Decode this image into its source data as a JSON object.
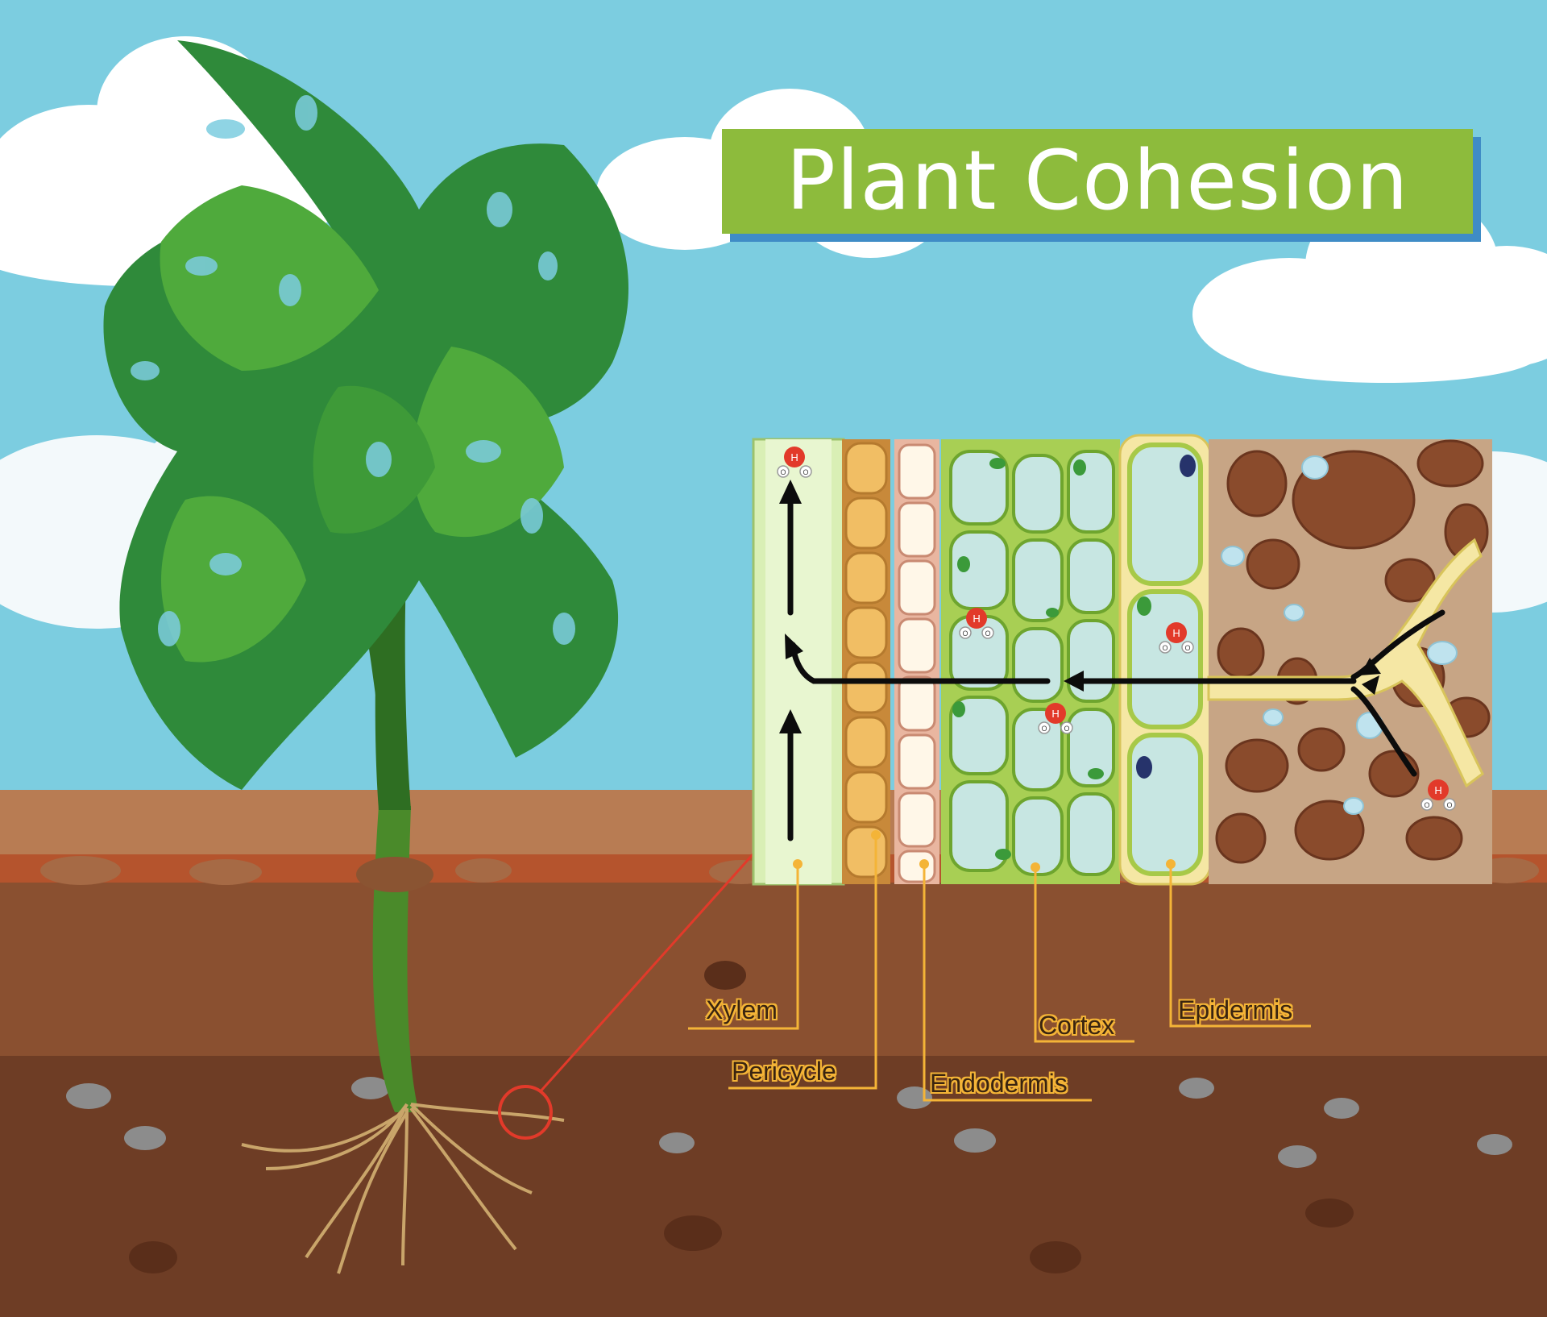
{
  "title": "Plant Cohesion",
  "labels": {
    "xylem": "Xylem",
    "pericycle": "Pericycle",
    "endodermis": "Endodermis",
    "cortex": "Cortex",
    "epidermis": "Epidermis"
  },
  "molecule": {
    "center": "H",
    "sides": [
      "O",
      "O"
    ]
  },
  "colors": {
    "sky": "#7ccde0",
    "cloud": "#ffffff",
    "title_bg": "#8dbb3c",
    "title_shadow": "#3f8cc6",
    "soil": "#8a5030",
    "label_line": "#f4b437",
    "pointer": "#e23a2a",
    "arrow": "#0c0c0c"
  }
}
